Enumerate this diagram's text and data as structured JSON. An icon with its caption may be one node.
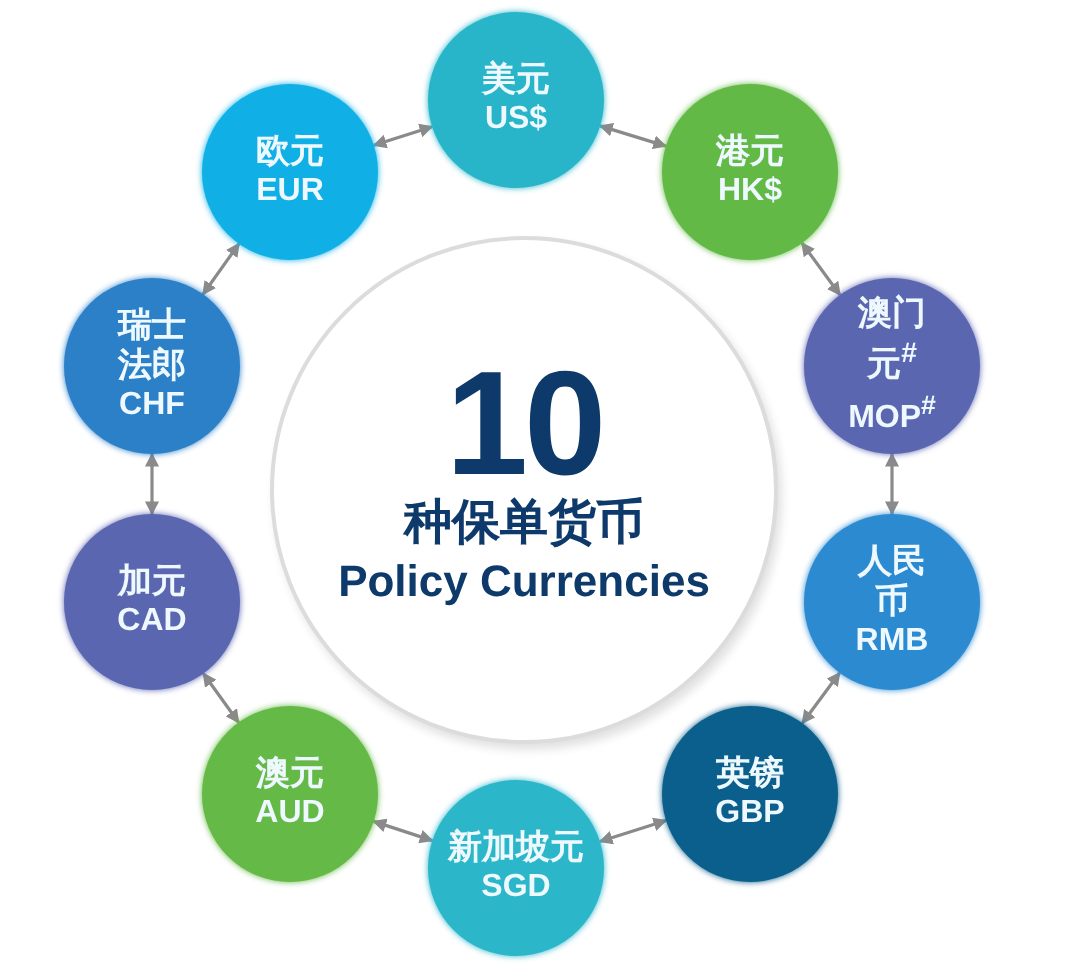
{
  "diagram": {
    "nodes": [
      {
        "text": [
          "10",
          "种保单货币",
          "Policy Currencies"
        ]
      },
      {
        "text": [
          "美元",
          "US$"
        ]
      },
      {
        "text": [
          "港元",
          "HK$"
        ]
      },
      {
        "text": [
          "澳门元$^{#}$",
          "MOP$^{#}$"
        ]
      },
      {
        "text": [
          "人民币",
          "RMB"
        ]
      },
      {
        "text": [
          "英镑",
          "GBP"
        ]
      },
      {
        "text": [
          "新加坡元",
          "SGD"
        ]
      },
      {
        "text": [
          "澳元",
          "AUD"
        ]
      },
      {
        "text": [
          "加元",
          "CAD"
        ]
      },
      {
        "text": [
          "瑞士法郎",
          "CHF"
        ]
      },
      {
        "text": [
          "欧元",
          "EUR"
        ]
      }
    ],
    "edges": [
      {
        "from": 1,
        "to": 2,
        "arrow": "both"
      },
      {
        "from": 2,
        "to": 3,
        "arrow": "both"
      },
      {
        "from": 3,
        "to": 4,
        "arrow": "both"
      },
      {
        "from": 4,
        "to": 5,
        "arrow": "both"
      },
      {
        "from": 5,
        "to": 6,
        "arrow": "both"
      },
      {
        "from": 6,
        "to": 7,
        "arrow": "both"
      },
      {
        "from": 7,
        "to": 8,
        "arrow": "both"
      },
      {
        "from": 8,
        "to": 9,
        "arrow": "both"
      },
      {
        "from": 9,
        "to": 10,
        "arrow": "both"
      },
      {
        "from": 10,
        "to": 1,
        "arrow": "both"
      }
    ]
  }
}
